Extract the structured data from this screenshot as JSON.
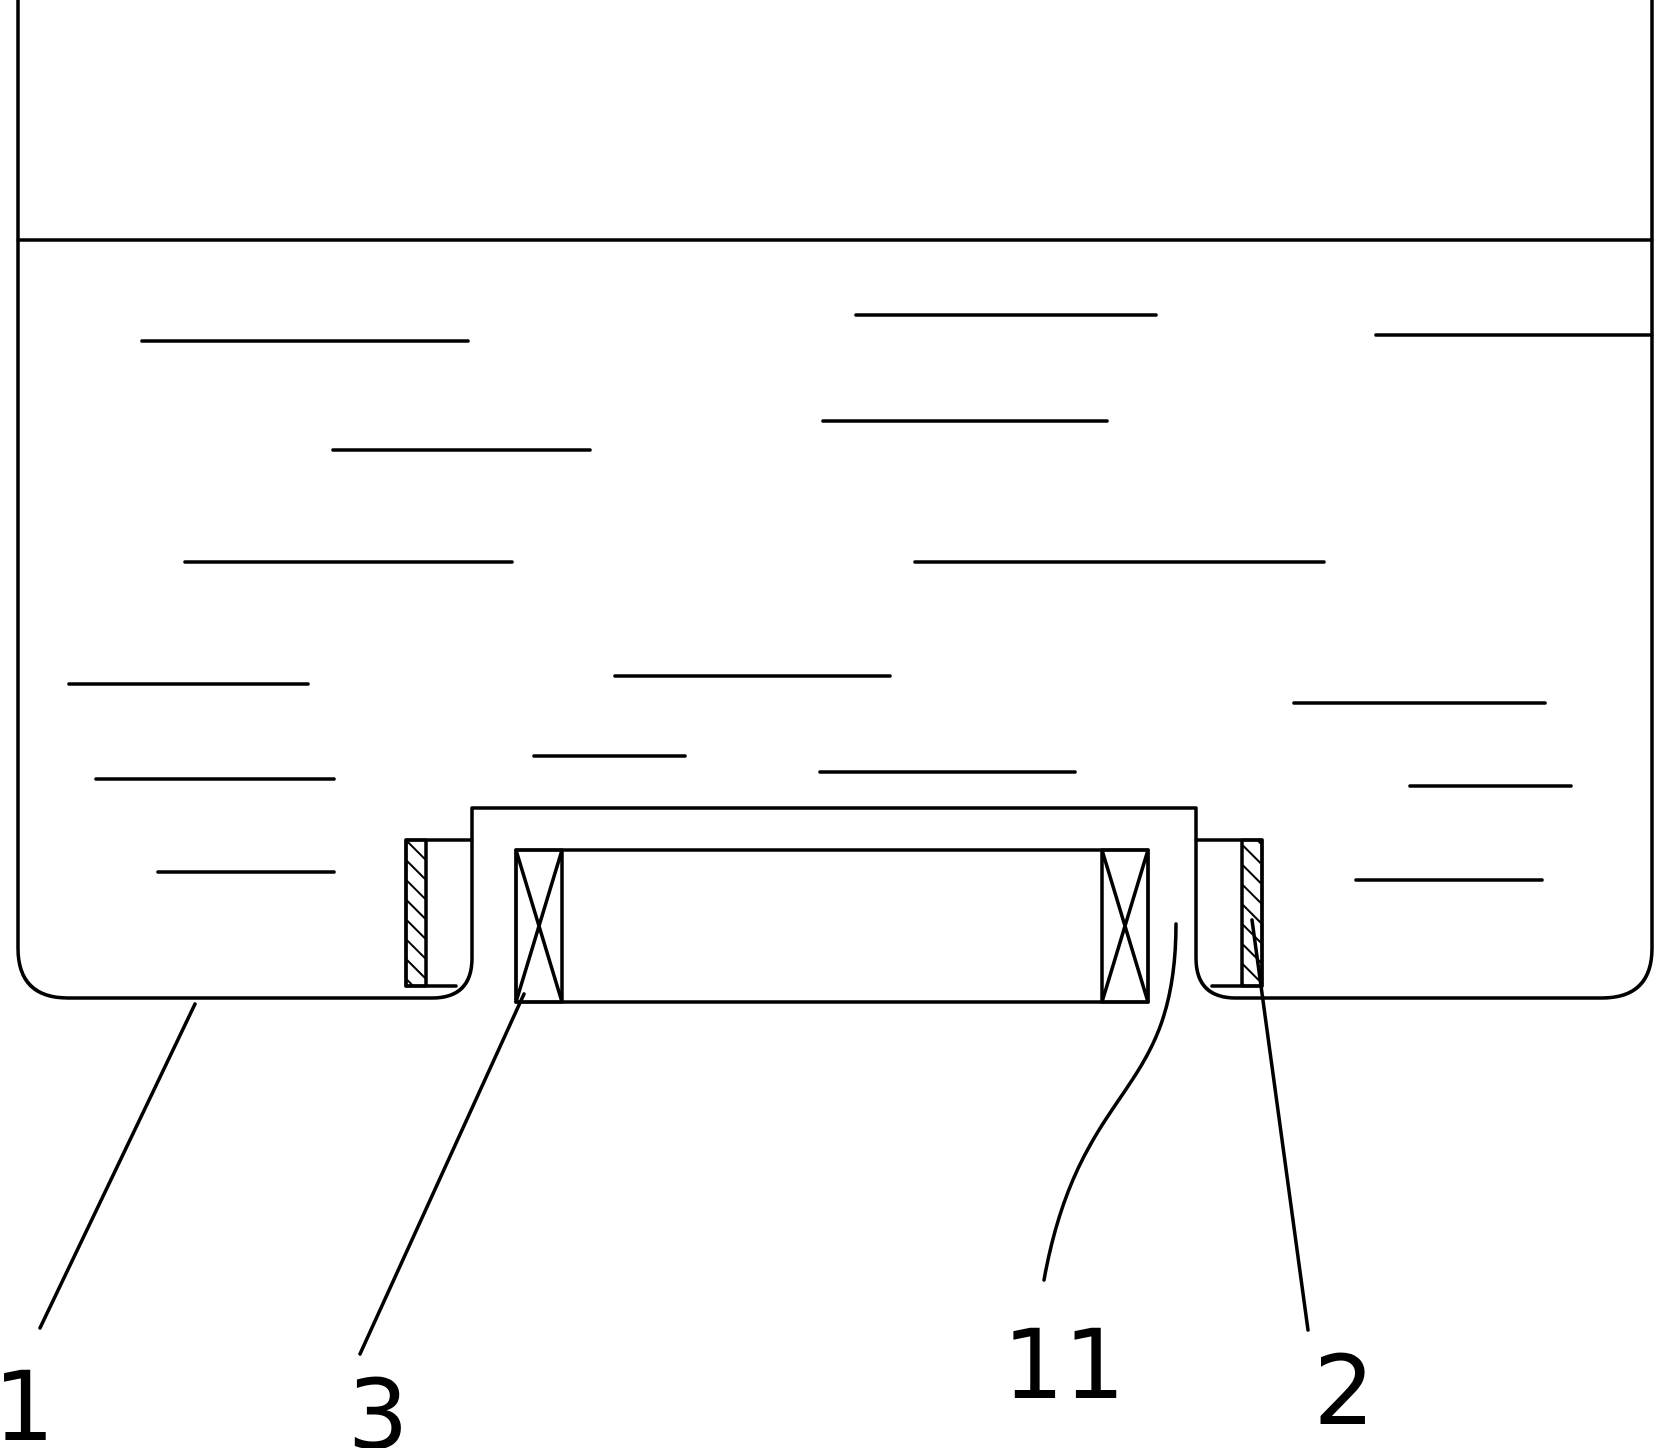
{
  "colors": {
    "line": "#000000",
    "background": "#ffffff"
  },
  "labels": {
    "container": "1",
    "bearing": "3",
    "cavity": "11",
    "magnet_ring": "2"
  }
}
